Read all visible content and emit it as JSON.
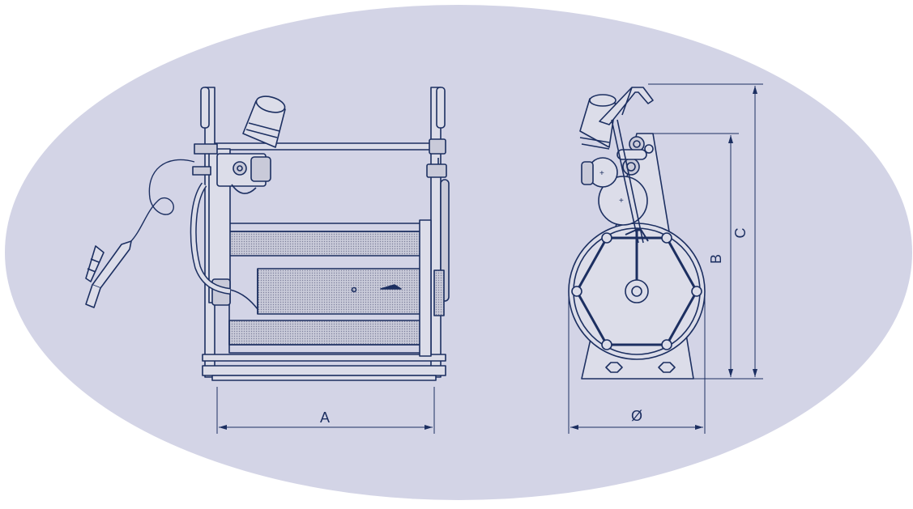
{
  "dimensions": {
    "a": "A",
    "b": "B",
    "c": "C",
    "diameter": "Ø"
  },
  "colors": {
    "background_ellipse": "#d3d4e6",
    "line": "#1c2f61",
    "hatch_fill": "#b7b9cc",
    "part_fill": "#dcdde9"
  }
}
